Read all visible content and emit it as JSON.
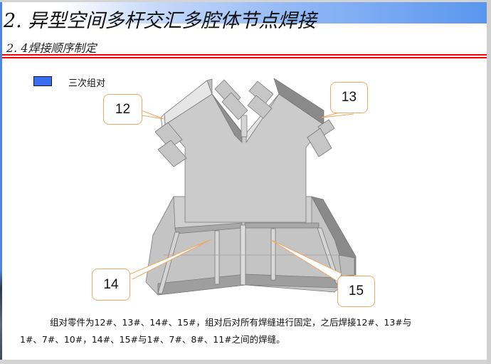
{
  "slide": {
    "title": "2. 异型空间多杆交汇多腔体节点焊接",
    "subtitle": "2. 4焊接顺序制定",
    "colors": {
      "header_gradient_end": "#5a96ee",
      "divider": "#ff0000",
      "legend_swatch": "#3a6cf0",
      "callout_border": "#f0a860"
    }
  },
  "legend": {
    "items": [
      {
        "color": "#3a6cf0",
        "label": "三次组对"
      }
    ]
  },
  "callouts": [
    {
      "label": "12"
    },
    {
      "label": "13"
    },
    {
      "label": "14"
    },
    {
      "label": "15"
    }
  ],
  "body": {
    "line1": "组对零件为12#、13#、14#、15#，组对后对所有焊缝进行固定，之后焊接12#、13#与",
    "line2": "1#、7#、10#，14#、15#与1#、7#、8#、11#之间的焊缝。"
  }
}
